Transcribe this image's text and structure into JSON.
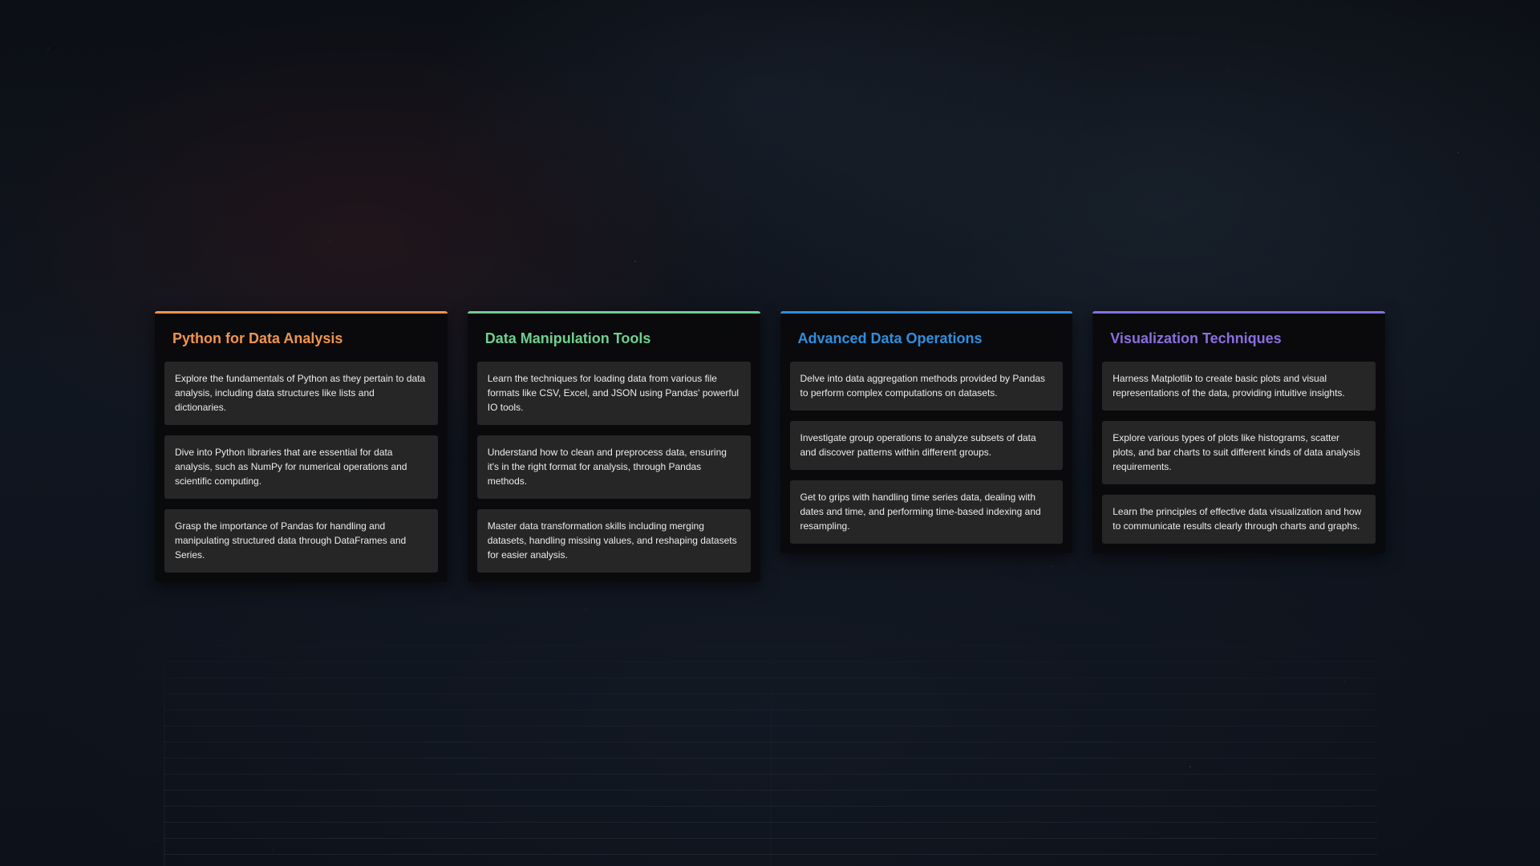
{
  "columns": [
    {
      "title": "Python for Data Analysis",
      "accent": "#f0944d",
      "cards": [
        "Explore the fundamentals of Python as they pertain to data analysis, including data structures like lists and dictionaries.",
        "Dive into Python libraries that are essential for data analysis, such as NumPy for numerical operations and scientific computing.",
        "Grasp the importance of Pandas for handling and manipulating structured data through DataFrames and Series."
      ]
    },
    {
      "title": "Data Manipulation Tools",
      "accent": "#6fcf8f",
      "cards": [
        "Learn the techniques for loading data from various file formats like CSV, Excel, and JSON using Pandas' powerful IO tools.",
        "Understand how to clean and preprocess data, ensuring it's in the right format for analysis, through Pandas methods.",
        "Master data transformation skills including merging datasets, handling missing values, and reshaping datasets for easier analysis."
      ]
    },
    {
      "title": "Advanced Data Operations",
      "accent": "#2f8fde",
      "cards": [
        "Delve into data aggregation methods provided by Pandas to perform complex computations on datasets.",
        "Investigate group operations to analyze subsets of data and discover patterns within different groups.",
        "Get to grips with handling time series data, dealing with dates and time, and performing time-based indexing and resampling."
      ]
    },
    {
      "title": "Visualization Techniques",
      "accent": "#8a6ee0",
      "cards": [
        "Harness Matplotlib to create basic plots and visual representations of the data, providing intuitive insights.",
        "Explore various types of plots like histograms, scatter plots, and bar charts to suit different kinds of data analysis requirements.",
        "Learn the principles of effective data visualization and how to communicate results clearly through charts and graphs."
      ]
    }
  ]
}
